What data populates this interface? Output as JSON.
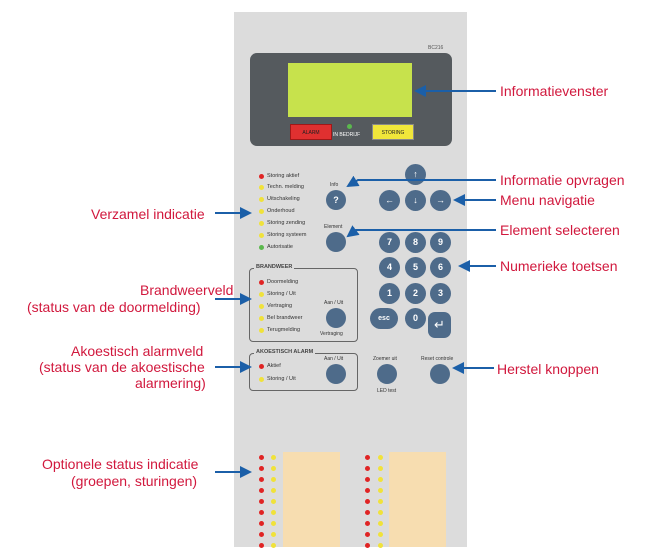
{
  "panel": {
    "model": "BC216",
    "alarm_label": "ALARM",
    "in_bedrijf": "IN BEDRIJF",
    "storing_label": "STORING"
  },
  "indicators": [
    {
      "label": "Storing aktief",
      "color": "red"
    },
    {
      "label": "Techn. melding",
      "color": "yellow"
    },
    {
      "label": "Uitschakeling",
      "color": "yellow"
    },
    {
      "label": "Onderhoud",
      "color": "yellow"
    },
    {
      "label": "Storing zending",
      "color": "yellow"
    },
    {
      "label": "Storing systeem",
      "color": "yellow"
    },
    {
      "label": "Autorisatie",
      "color": "green"
    }
  ],
  "buttons": {
    "info_label": "Info",
    "info_symbol": "?",
    "element_label": "Element",
    "aan_uit_1": "Aan / Uit",
    "vertraging": "Vertraging",
    "aan_uit_2": "Aan / Uit",
    "zoemer_uit": "Zoemer uit",
    "led_test": "LED test",
    "reset": "Reset controle",
    "esc": "esc",
    "enter": "↵"
  },
  "nav": {
    "up": "↑",
    "left": "←",
    "down": "↓",
    "right": "→"
  },
  "keypad": [
    "7",
    "8",
    "9",
    "4",
    "5",
    "6",
    "1",
    "2",
    "3",
    "0"
  ],
  "brandweer": {
    "title": "BRANDWEER",
    "items": [
      {
        "label": "Doormelding",
        "color": "red"
      },
      {
        "label": "Storing / Uit",
        "color": "yellow"
      },
      {
        "label": "Vertraging",
        "color": "yellow"
      },
      {
        "label": "Bel brandweer",
        "color": "yellow"
      },
      {
        "label": "Terugmelding",
        "color": "yellow"
      }
    ]
  },
  "akoestisch": {
    "title": "AKOESTISCH ALARM",
    "items": [
      {
        "label": "Aktief",
        "color": "red"
      },
      {
        "label": "Storing / Uit",
        "color": "yellow"
      }
    ]
  },
  "annotations": {
    "informatievenster": "Informatievenster",
    "informatie_opvragen": "Informatie opvragen",
    "menu_navigatie": "Menu navigatie",
    "verzamel_indicatie": "Verzamel indicatie",
    "element_selecteren": "Element selecteren",
    "numerieke_toetsen": "Numerieke toetsen",
    "brandweerveld_1": "Brandweerveld",
    "brandweerveld_2": "(status van de doormelding)",
    "akoestisch_1": "Akoestisch alarmveld",
    "akoestisch_2": "(status van de akoestische",
    "akoestisch_3": "alarmering)",
    "herstel": "Herstel knoppen",
    "optionele_1": "Optionele status indicatie",
    "optionele_2": "(groepen, sturingen)"
  },
  "colors": {
    "annotation_text": "#d1183d",
    "arrow": "#1b5fa8",
    "button": "#4e6b8a",
    "lcd": "#c7e24c"
  }
}
